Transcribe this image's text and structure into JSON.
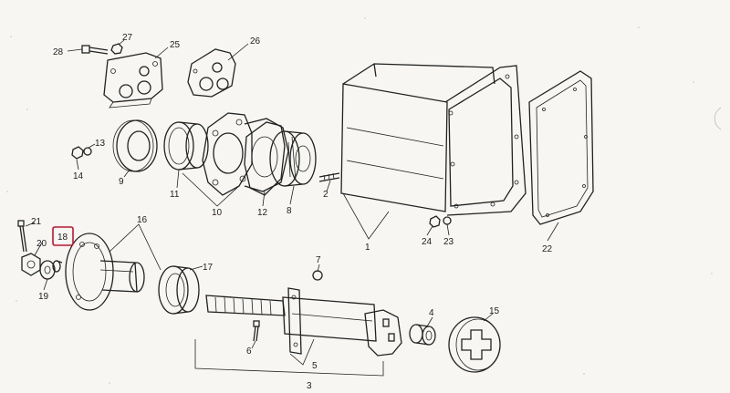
{
  "diagram": {
    "labels": {
      "l1": "1",
      "l2": "2",
      "l3": "3",
      "l4": "4",
      "l5": "5",
      "l6": "6",
      "l7": "7",
      "l8": "8",
      "l9": "9",
      "l10": "10",
      "l11": "11",
      "l12": "12",
      "l13": "13",
      "l14": "14",
      "l15": "15",
      "l16": "16",
      "l17": "17",
      "l18": "18",
      "l19": "19",
      "l20": "20",
      "l21": "21",
      "l22": "22",
      "l23": "23",
      "l24": "24",
      "l25": "25",
      "l26": "26",
      "l27": "27",
      "l28": "28"
    },
    "highlighted_label": "18",
    "highlight_color": "#c8102e"
  }
}
